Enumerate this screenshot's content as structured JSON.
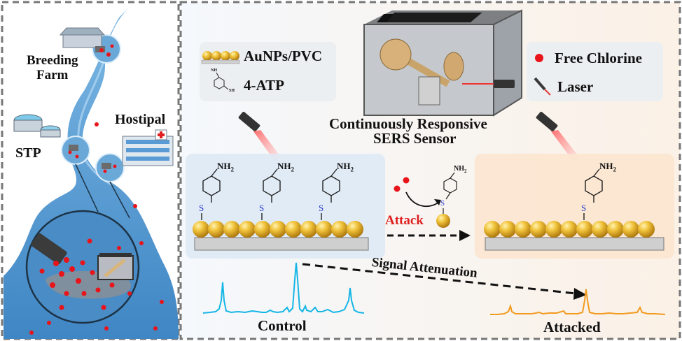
{
  "left_panel": {
    "breeding_label_1": "Breeding",
    "breeding_label_2": "Farm",
    "stp_label": "STP",
    "hospital_label": "Hostipal"
  },
  "legend_left": {
    "aunps_label": "AuNPs/PVC",
    "atp_label": "4-ATP",
    "atp_icon_nh2": "NH",
    "atp_icon_sh": "SH"
  },
  "sensor": {
    "title_line1": "Continuously Responsive",
    "title_line2": "SERS Sensor"
  },
  "legend_right": {
    "free_chlorine_label": "Free Chlorine",
    "laser_label": "Laser"
  },
  "reaction": {
    "nh2_label": "NH",
    "nh2_sub": "2",
    "s_label": "S",
    "attack_label": "Attack"
  },
  "spectra": {
    "signal_label": "Signal Attenuation",
    "control_label": "Control",
    "attacked_label": "Attacked"
  },
  "colors": {
    "gold": "#e8b321",
    "chlorine": "#e8141a",
    "control_spectrum": "#16b6e6",
    "attacked_spectrum": "#f29a1f",
    "water": "#4f96cf",
    "sulfur": "#2a3bd0",
    "attack_text": "#e01f20"
  }
}
